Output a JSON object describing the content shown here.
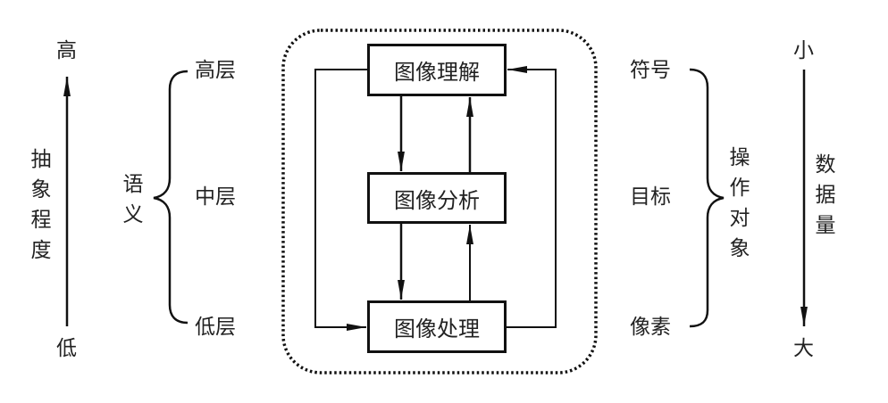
{
  "left_axis": {
    "top_label": "高",
    "bottom_label": "低",
    "title_chars": [
      "抽",
      "象",
      "程",
      "度"
    ]
  },
  "semantic": {
    "title_chars": [
      "语",
      "义"
    ],
    "levels": [
      "高层",
      "中层",
      "低层"
    ]
  },
  "processes": {
    "top": "图像理解",
    "middle": "图像分析",
    "bottom": "图像处理"
  },
  "operand": {
    "title_chars": [
      "操",
      "作",
      "对",
      "象"
    ],
    "items": [
      "符号",
      "目标",
      "像素"
    ]
  },
  "right_axis": {
    "top_label": "小",
    "bottom_label": "大",
    "title_chars": [
      "数",
      "据",
      "量"
    ]
  },
  "colors": {
    "line": "#111111",
    "text": "#222222",
    "background": "#ffffff"
  }
}
